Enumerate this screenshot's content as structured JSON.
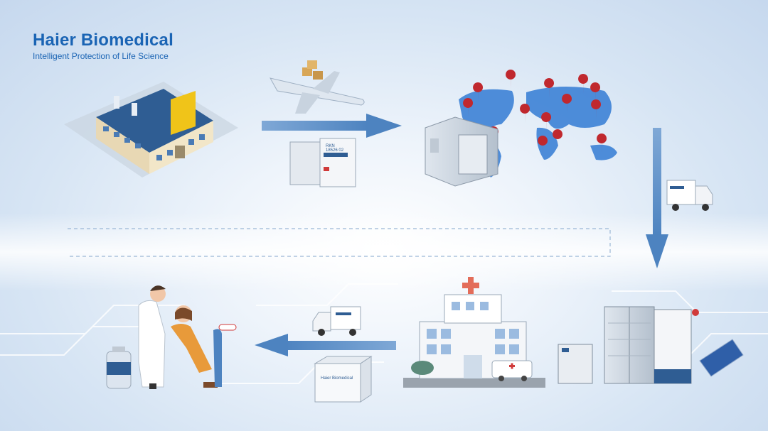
{
  "logo": {
    "brand": "Haier Biomedical",
    "tagline": "Intelligent Protection of Life Science"
  },
  "labels": {
    "container_line1": "RKN",
    "container_line2": "18526 02",
    "transport_box": "Haier Biomedical"
  },
  "colors": {
    "brand": "#1a64b4",
    "arrow": "#5b8fc7",
    "pin": "#c0282e",
    "hospital_cross": "#e36d5a"
  }
}
